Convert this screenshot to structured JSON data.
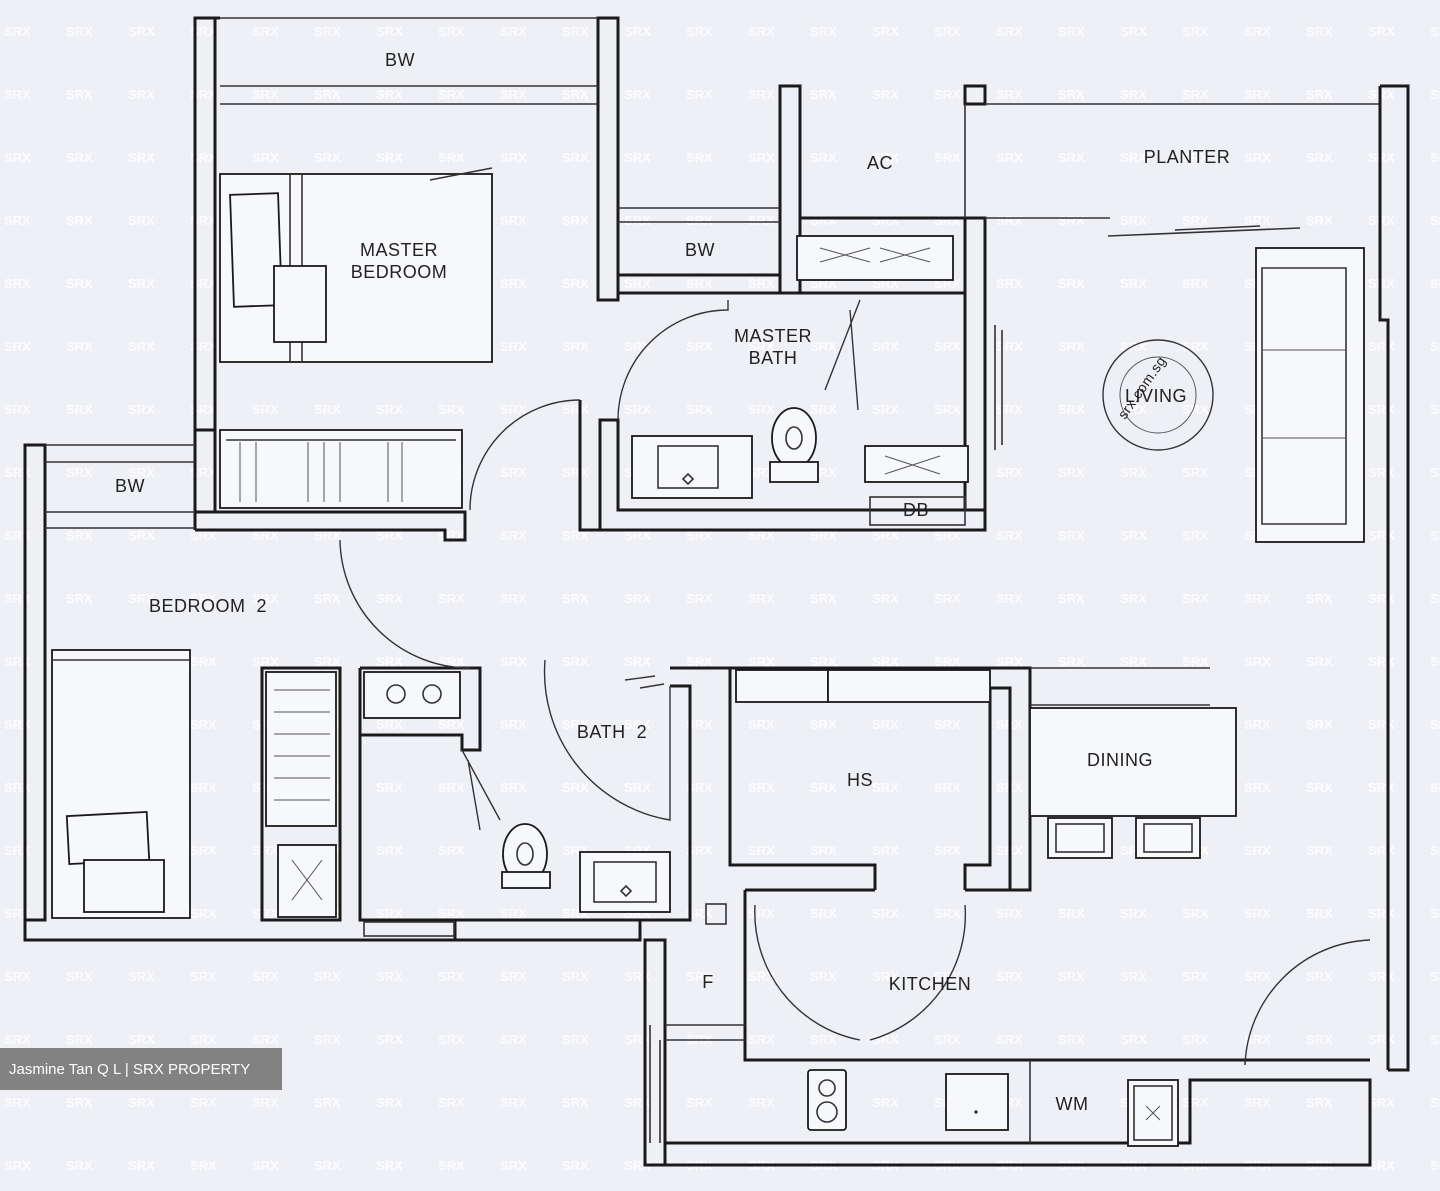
{
  "rooms": {
    "master_bedroom_line1": "MASTER",
    "master_bedroom_line2": "BEDROOM",
    "master_bath_line1": "MASTER",
    "master_bath_line2": "BATH",
    "bedroom2": "BEDROOM  2",
    "bath2": "BATH  2",
    "living": "LIVING",
    "dining": "DINING",
    "kitchen": "KITCHEN",
    "hs": "HS",
    "planter": "PLANTER",
    "ac": "AC",
    "db": "DB",
    "f": "F",
    "wm": "WM",
    "bw_master_bedroom": "BW",
    "bw_master_bath": "BW",
    "bw_bedroom2": "BW"
  },
  "watermark": {
    "brand": "SRX",
    "stamp_url": "srx.com.sg"
  },
  "credit": "Jasmine Tan Q L | SRX PROPERTY",
  "colors": {
    "background": "#eef0f6",
    "wall": "#1a1a1a",
    "credit_bg": "#6e6e6e"
  }
}
